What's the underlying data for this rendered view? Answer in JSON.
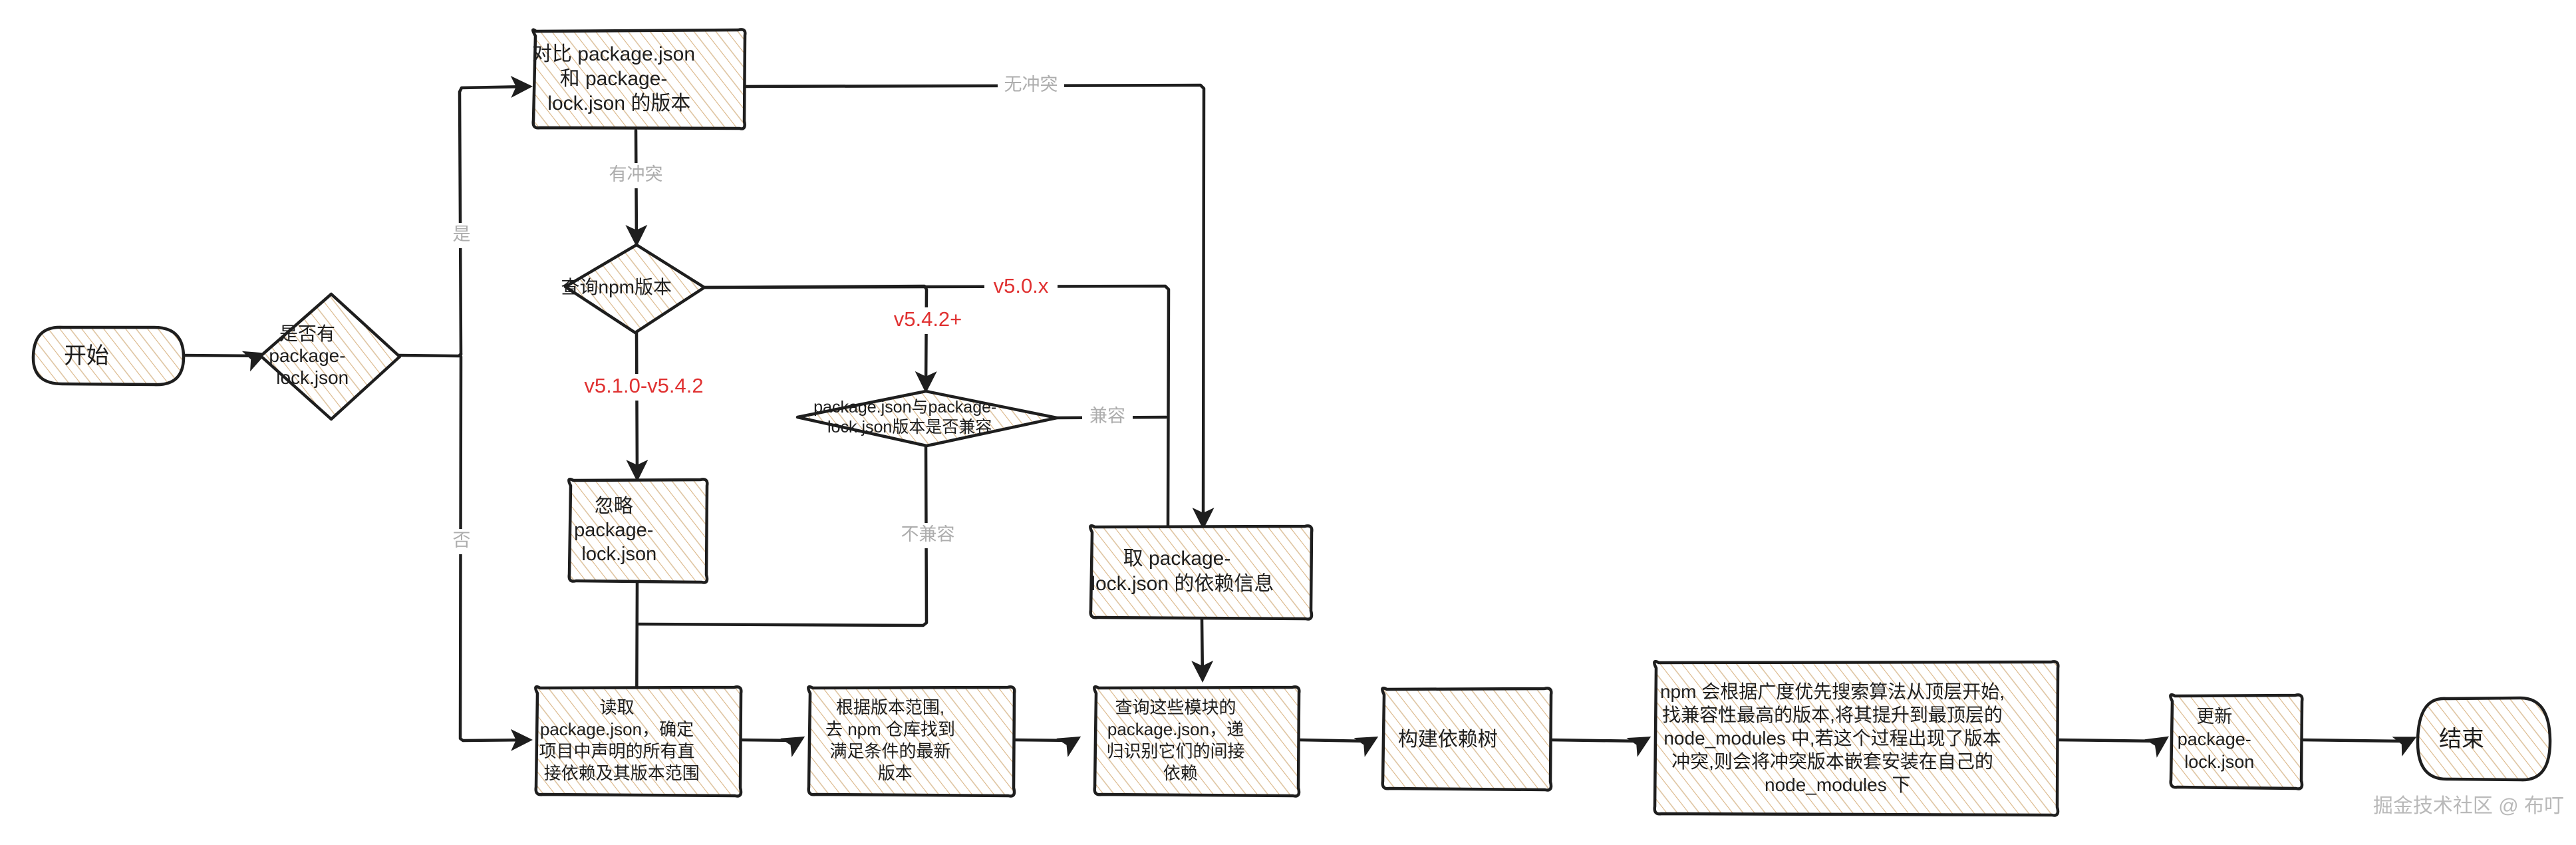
{
  "diagram": {
    "title": "npm 安装依赖流程图",
    "style": "hand-drawn sketch (excalidraw)",
    "colors": {
      "stroke": "#1e1e1e",
      "fill_hatch": "#d9b382",
      "fill_background": "#ffffff",
      "edge_label": "#adadad",
      "version_label": "#e03131",
      "watermark": "#b9b9b9"
    },
    "watermark": "掘金技术社区 @ 布叮"
  },
  "nodes": [
    {
      "id": "start",
      "shape": "rounded-terminal",
      "lines": [
        "开始"
      ]
    },
    {
      "id": "has-lock",
      "shape": "diamond",
      "lines": [
        "是否有",
        "package-",
        "lock.json"
      ]
    },
    {
      "id": "compare-versions",
      "shape": "rect",
      "lines": [
        "对比 package.json",
        "和 package-",
        "lock.json 的版本"
      ]
    },
    {
      "id": "query-npm-version",
      "shape": "diamond",
      "lines": [
        "查询npm版本"
      ]
    },
    {
      "id": "compat-check",
      "shape": "diamond",
      "lines": [
        "package.json与package-",
        "lock.json版本是否兼容"
      ]
    },
    {
      "id": "ignore-lock",
      "shape": "rect",
      "lines": [
        "忽略",
        "package-",
        "lock.json"
      ]
    },
    {
      "id": "take-lock-deps",
      "shape": "rect",
      "lines": [
        "取 package-",
        "lock.json 的依赖信息"
      ]
    },
    {
      "id": "read-package-json",
      "shape": "rect",
      "lines": [
        "读取",
        "package.json，确定",
        "项目中声明的所有直",
        "接依赖及其版本范围"
      ]
    },
    {
      "id": "find-latest",
      "shape": "rect",
      "lines": [
        "根据版本范围,",
        "去 npm 仓库找到",
        "满足条件的最新",
        "版本"
      ]
    },
    {
      "id": "recursive-deps",
      "shape": "rect",
      "lines": [
        "查询这些模块的",
        "package.json，递",
        "归识别它们的间接",
        "依赖"
      ]
    },
    {
      "id": "build-tree",
      "shape": "rect",
      "lines": [
        "构建依赖树"
      ]
    },
    {
      "id": "bfs-hoist",
      "shape": "rect",
      "lines": [
        "npm 会根据广度优先搜索算法从顶层开始,",
        "找兼容性最高的版本,将其提升到最顶层的",
        "node_modules 中,若这个过程出现了版本",
        "冲突,则会将冲突版本嵌套安装在自己的",
        "node_modules 下"
      ]
    },
    {
      "id": "update-lock",
      "shape": "rect",
      "lines": [
        "更新",
        "package-",
        "lock.json"
      ]
    },
    {
      "id": "end",
      "shape": "rounded-terminal",
      "lines": [
        "结束"
      ]
    }
  ],
  "edge_labels": {
    "yes": "是",
    "no": "否",
    "no_conflict": "无冲突",
    "has_conflict": "有冲突",
    "v5_0_x": "v5.0.x",
    "v5_1_0_to_5_4_2": "v5.1.0-v5.4.2",
    "v5_4_2_plus": "v5.4.2+",
    "compatible": "兼容",
    "incompatible": "不兼容"
  }
}
